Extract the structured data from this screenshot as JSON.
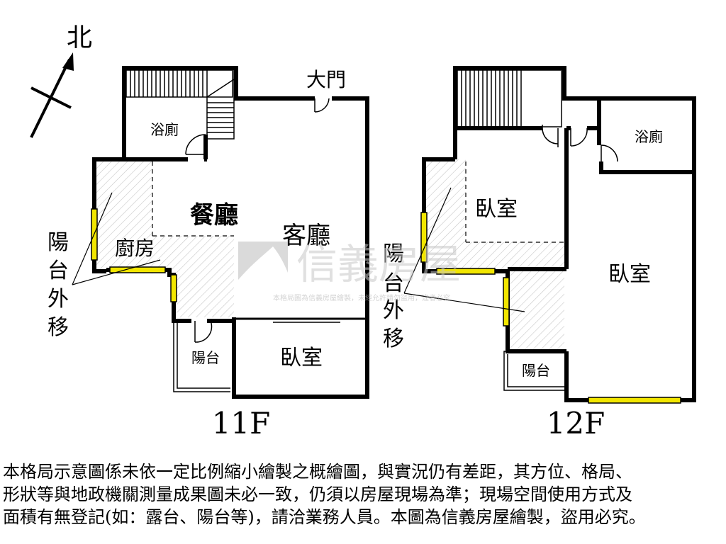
{
  "compass": {
    "north_label": "北"
  },
  "floor_11": {
    "floor_label": "11F",
    "entrance_label": "大門",
    "rooms": {
      "bathroom": "浴廁",
      "dining": "餐廳",
      "living": "客廳",
      "kitchen": "廚房",
      "balcony": "陽台",
      "bedroom": "臥室"
    },
    "annotation": [
      "陽",
      "台",
      "外",
      "移"
    ]
  },
  "floor_12": {
    "floor_label": "12F",
    "rooms": {
      "bathroom": "浴廁",
      "bedroom_upper": "臥室",
      "bedroom_large": "臥室",
      "balcony": "陽台"
    },
    "annotation": [
      "陽",
      "台",
      "外",
      "移"
    ]
  },
  "watermark": {
    "brand": "信義房屋",
    "notice": "本格局圖為信義房屋繪製，未經允許請勿盜用，違者必究"
  },
  "disclaimer": [
    "本格局示意圖係未依一定比例縮小繪製之概繪圖，與實況仍有差距，其方位、格局、",
    "形狀等與地政機關測量成果圖未必一致，仍須以房屋現場為準；現場空間使用方式及",
    "面積有無登記(如：露台、陽台等)，請洽業務人員。本圖為信義房屋繪製，盜用必究。"
  ],
  "colors": {
    "wall": "#000000",
    "window_fill": "#f2e600",
    "hatch": "#c8c8c8",
    "watermark": "#c7c7c7"
  }
}
